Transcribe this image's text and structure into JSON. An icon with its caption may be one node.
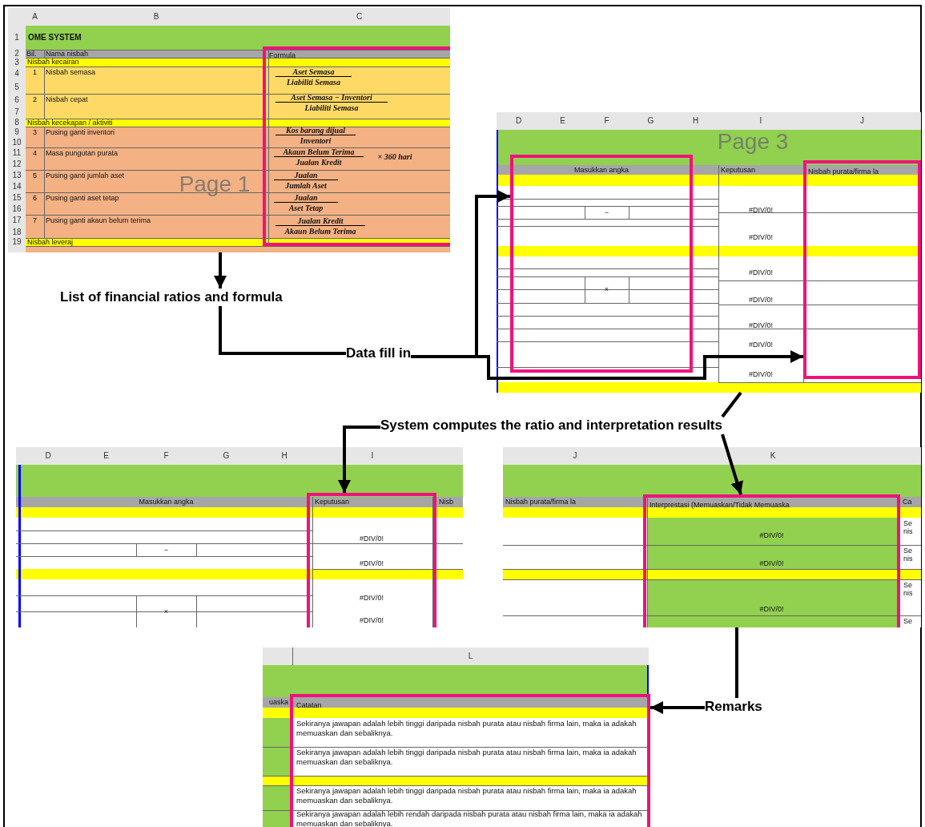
{
  "diagram": {
    "nodes": [
      {
        "text": [
          "A",
          "B",
          "C",
          "1",
          "OME SYSTEM",
          "2",
          "Bil.",
          "Nama nisbah",
          "3",
          "Nisbah kecairan",
          "4",
          "1",
          "Nisbah semasa",
          "5",
          "6",
          "2",
          "Nisbah cepat",
          "7",
          "8",
          "Nisbah kecekapan / aktiviti",
          "9",
          "3",
          "Pusing ganti inventori",
          "10",
          "11",
          "4",
          "Masa pungutan purata",
          "12",
          "13",
          "5",
          "Pusing ganti jumlah aset",
          "14",
          "15",
          "6",
          "Pusing ganti aset tetap",
          "16",
          "17",
          "7",
          "Pusing ganti akaun belum terima",
          "18",
          "19",
          "Nisbah leveraj",
          "Page 1"
        ]
      },
      {
        "text": [
          "Formula",
          "Aset Semasa",
          "Liabiliti Semasa",
          "Aset Semasa − Inventori",
          "Liabiliti Semasa",
          "Kos barang dijual",
          "Inventori",
          "Akaun Belum Terima",
          "Jualan Kredit",
          "× 360 hari",
          "Jualan",
          "Jumlah Aset",
          "Jualan",
          "Aset Tetap",
          "Jualan Kredit",
          "Akaun Belum Terima"
        ],
        "in": 0
      },
      {
        "text": [
          "D",
          "E",
          "F",
          "G",
          "H",
          "I",
          "J",
          "Keputusan",
          "#DIV/0!",
          "#DIV/0!",
          "#DIV/0!",
          "#DIV/0!",
          "#DIV/0!",
          "#DIV/0!",
          "#DIV/0!",
          "Page 3"
        ]
      },
      {
        "text": [
          "Masukkan angka",
          "−",
          "×"
        ],
        "in": 2
      },
      {
        "text": [
          "Nisbah purata/firma la"
        ],
        "in": 2
      },
      {
        "text": [
          "List of financial ratios and formula"
        ]
      },
      {
        "text": [
          "Data fill in"
        ]
      },
      {
        "text": [
          "System computes the ratio and interpretation results"
        ]
      },
      {
        "text": [
          "D",
          "E",
          "F",
          "G",
          "H",
          "I",
          "Masukkan angka",
          "−",
          "×",
          "Nisb"
        ]
      },
      {
        "text": [
          "Keputusan",
          "#DIV/0!",
          "#DIV/0!",
          "#DIV/0!",
          "#DIV/0!"
        ],
        "in": 8
      },
      {
        "text": [
          "J",
          "K",
          "Nisbah purata/firma la",
          "Ca",
          "Se nis",
          "Se nis",
          "Se nis",
          "Se"
        ]
      },
      {
        "text": [
          "Interprestasi (Memuaskan/Tidak Memuaska",
          "#DIV/0!",
          "#DIV/0!",
          "#DIV/0!"
        ],
        "in": 10
      },
      {
        "text": [
          "Remarks"
        ]
      },
      {
        "text": [
          "L",
          "uaska"
        ]
      },
      {
        "text": [
          "Catatan",
          "Sekiranya jawapan adalah lebih tinggi daripada nisbah purata atau nisbah firma lain, maka ia adakah memuaskan dan sebaliknya.",
          "Sekiranya jawapan adalah lebih tinggi daripada nisbah purata atau nisbah firma lain, maka ia adakah memuaskan dan sebaliknya.",
          "Sekiranya jawapan adalah lebih tinggi daripada nisbah purata atau nisbah firma lain, maka ia adakah memuaskan dan sebaliknya.",
          "Sekiranya jawapan adalah lebih rendah daripada nisbah purata atau nisbah firma lain, maka ia adakah memuaskan dan sebaliknya."
        ],
        "in": 13
      }
    ],
    "edges": [
      {
        "from": 0,
        "to": 5,
        "arrow": "to"
      },
      {
        "from": 5,
        "to": 6,
        "arrow": "none"
      },
      {
        "from": 6,
        "to": 3,
        "arrow": "to"
      },
      {
        "from": 6,
        "to": 4,
        "arrow": "to"
      },
      {
        "from": 2,
        "to": 7,
        "arrow": "none"
      },
      {
        "from": 7,
        "to": 11,
        "arrow": "to"
      },
      {
        "from": 7,
        "to": 9,
        "arrow": "to"
      },
      {
        "from": 11,
        "to": 12,
        "arrow": "none"
      },
      {
        "from": 12,
        "to": 14,
        "arrow": "to"
      }
    ]
  }
}
